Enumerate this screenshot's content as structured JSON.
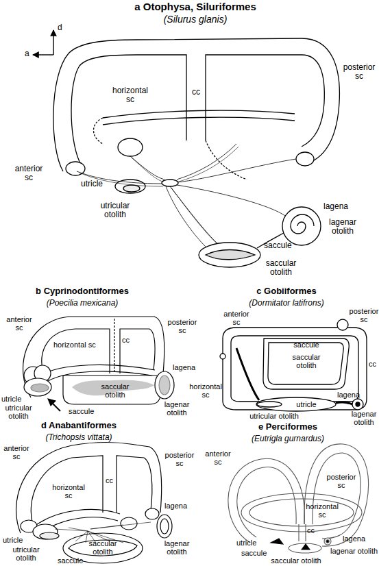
{
  "diagram": {
    "labels": [
      "a Otophysa, Siluriformes",
      "(Silurus glanis)",
      "d",
      "a",
      "anterior sc",
      "horizontal sc",
      "cc",
      "posterior sc",
      "utricle",
      "utricular otolith",
      "lagena",
      "lagenar otolith",
      "saccule",
      "saccular otolith",
      "b Cyprinodontiformes",
      "(Poecilia mexicana)",
      "anterior sc",
      "horizontal sc",
      "cc",
      "posterior sc",
      "lagena",
      "utricle",
      "utricular otolith",
      "saccular otolith",
      "lagenar otolith",
      "saccule",
      "c Gobiiformes",
      "(Dormitator latifrons)",
      "posterior sc",
      "anterior sc",
      "saccule",
      "saccular otolith",
      "cc",
      "horizontal sc",
      "lagena",
      "utricle",
      "lagenar otolith",
      "utricular otolith",
      "d Anabantiformes",
      "(Trichopsis vittata)",
      "anterior sc",
      "posterior sc",
      "cc",
      "horizontal sc",
      "lagena",
      "lagenar otolith",
      "utricle",
      "utricular otolith",
      "saccular otolith",
      "saccule",
      "e Perciformes",
      "(Eutrigla gurnardus)",
      "anterior sc",
      "posterior sc",
      "horizontal sc",
      "cc",
      "utricle",
      "lagena",
      "saccule",
      "lagenar otolith",
      "saccular otolith"
    ]
  }
}
